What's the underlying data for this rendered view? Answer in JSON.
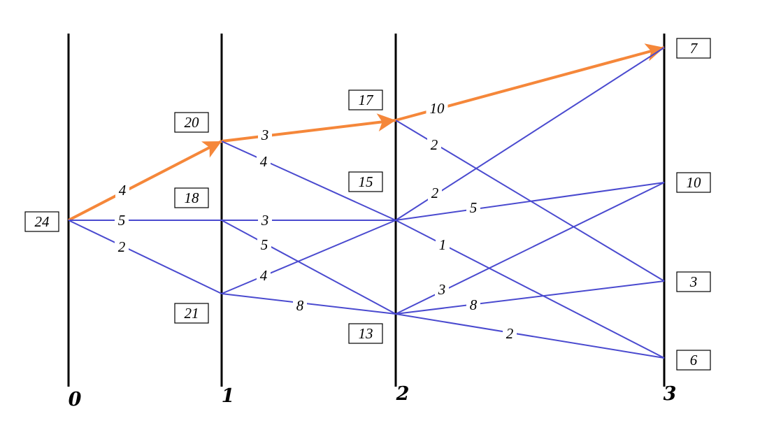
{
  "colors": {
    "edge": "#4a4acf",
    "highlight": "#f5873a",
    "stage_line": "#000000"
  },
  "stages": [
    {
      "id": "s0",
      "label": "0"
    },
    {
      "id": "s1",
      "label": "1"
    },
    {
      "id": "s2",
      "label": "2"
    },
    {
      "id": "s3",
      "label": "3"
    }
  ],
  "nodes": [
    {
      "id": "n0",
      "stage": 0,
      "value": "24"
    },
    {
      "id": "n1a",
      "stage": 1,
      "value": "20"
    },
    {
      "id": "n1b",
      "stage": 1,
      "value": "18"
    },
    {
      "id": "n1c",
      "stage": 1,
      "value": "21"
    },
    {
      "id": "n2a",
      "stage": 2,
      "value": "17"
    },
    {
      "id": "n2b",
      "stage": 2,
      "value": "15"
    },
    {
      "id": "n2c",
      "stage": 2,
      "value": "13"
    },
    {
      "id": "n3a",
      "stage": 3,
      "value": "7"
    },
    {
      "id": "n3b",
      "stage": 3,
      "value": "10"
    },
    {
      "id": "n3c",
      "stage": 3,
      "value": "3"
    },
    {
      "id": "n3d",
      "stage": 3,
      "value": "6"
    }
  ],
  "edges": [
    {
      "from": "n0",
      "to": "n1a",
      "weight": "4",
      "highlight": true
    },
    {
      "from": "n0",
      "to": "n1b",
      "weight": "5",
      "highlight": false
    },
    {
      "from": "n0",
      "to": "n1c",
      "weight": "2",
      "highlight": false
    },
    {
      "from": "n1a",
      "to": "n2a",
      "weight": "3",
      "highlight": true
    },
    {
      "from": "n1a",
      "to": "n2b",
      "weight": "4",
      "highlight": false
    },
    {
      "from": "n1b",
      "to": "n2b",
      "weight": "3",
      "highlight": false
    },
    {
      "from": "n1b",
      "to": "n2c",
      "weight": "5",
      "highlight": false
    },
    {
      "from": "n1c",
      "to": "n2b",
      "weight": "4",
      "highlight": false
    },
    {
      "from": "n1c",
      "to": "n2c",
      "weight": "8",
      "highlight": false
    },
    {
      "from": "n2a",
      "to": "n3a",
      "weight": "10",
      "highlight": true
    },
    {
      "from": "n2a",
      "to": "n3c",
      "weight": "2",
      "highlight": false
    },
    {
      "from": "n2b",
      "to": "n3a",
      "weight": "2",
      "highlight": false
    },
    {
      "from": "n2b",
      "to": "n3b",
      "weight": "5",
      "highlight": false
    },
    {
      "from": "n2b",
      "to": "n3d",
      "weight": "1",
      "highlight": false
    },
    {
      "from": "n2c",
      "to": "n3b",
      "weight": "3",
      "highlight": false
    },
    {
      "from": "n2c",
      "to": "n3c",
      "weight": "8",
      "highlight": false
    },
    {
      "from": "n2c",
      "to": "n3d",
      "weight": "2",
      "highlight": false
    }
  ]
}
